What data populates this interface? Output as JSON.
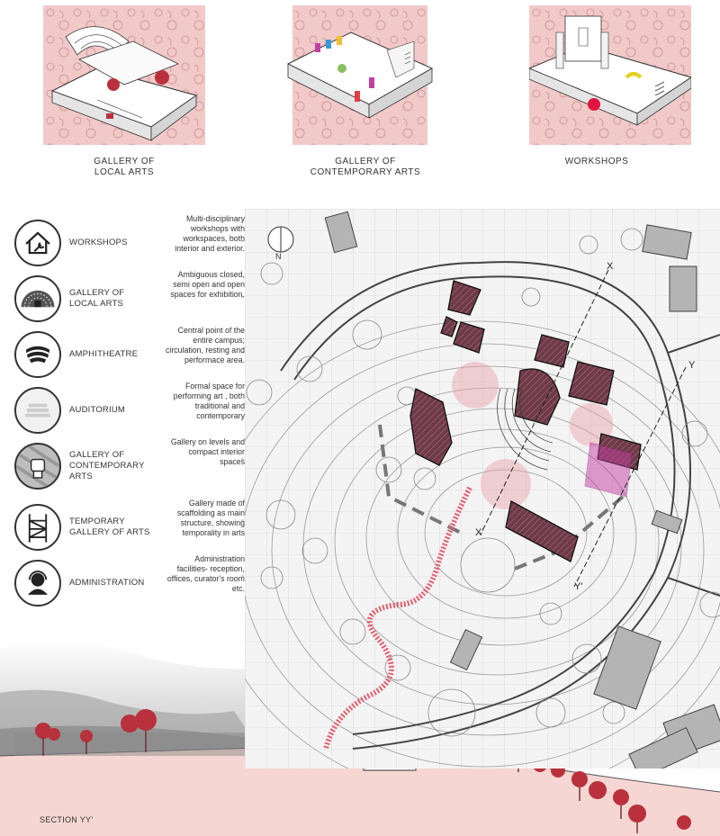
{
  "thumbnails": [
    {
      "label": "GALLERY OF\nLOCAL ARTS",
      "icon": "gallery-local-arts-axonometric"
    },
    {
      "label": "GALLERY OF\nCONTEMPORARY ARTS",
      "icon": "gallery-contemporary-arts-axonometric"
    },
    {
      "label": "WORKSHOPS",
      "icon": "workshops-axonometric"
    }
  ],
  "legend": [
    {
      "name": "WORKSHOPS",
      "icon": "house-wrench-icon",
      "description": "Multi-disciplinary workshops with workspaces, both interior and exterior."
    },
    {
      "name": "GALLERY OF\nLOCAL ARTS",
      "icon": "peacock-fan-icon",
      "description": "Ambiguous closed, semi open and open spaces for exhibition."
    },
    {
      "name": "AMPHITHEATRE",
      "icon": "amphitheatre-steps-icon",
      "description": "Central point of the entire campus; circulation, resting and performace area."
    },
    {
      "name": "AUDITORIUM",
      "icon": "auditorium-seats-icon",
      "description": "Formal space for performing art , both traditional and contemporary"
    },
    {
      "name": "GALLERY OF\nCONTEMPORARY\nARTS",
      "icon": "fist-icon",
      "description": "Gallery on levels and compact interior spaces"
    },
    {
      "name": "TEMPORARY\nGALLERY OF  ARTS",
      "icon": "scaffolding-icon",
      "description": "Gallery made of scaffolding as main structure, showing temporality in arts"
    },
    {
      "name": "ADMINISTRATION",
      "icon": "receptionist-icon",
      "description": "Administration facilities- reception, offices, curator's room etc."
    }
  ],
  "plan": {
    "north_label": "N",
    "section_markers": [
      "X",
      "Y",
      "X'",
      "Y'"
    ]
  },
  "section": {
    "label": "SECTION YY'"
  },
  "colors": {
    "building_fill": "#6e3a48",
    "pink_accent": "#e8a0a8",
    "magenta_accent": "#c23fa3",
    "ground_pink": "#f6d6d3",
    "tree_red": "#b8313c",
    "wallpaper_pink": "#eec0c0"
  }
}
